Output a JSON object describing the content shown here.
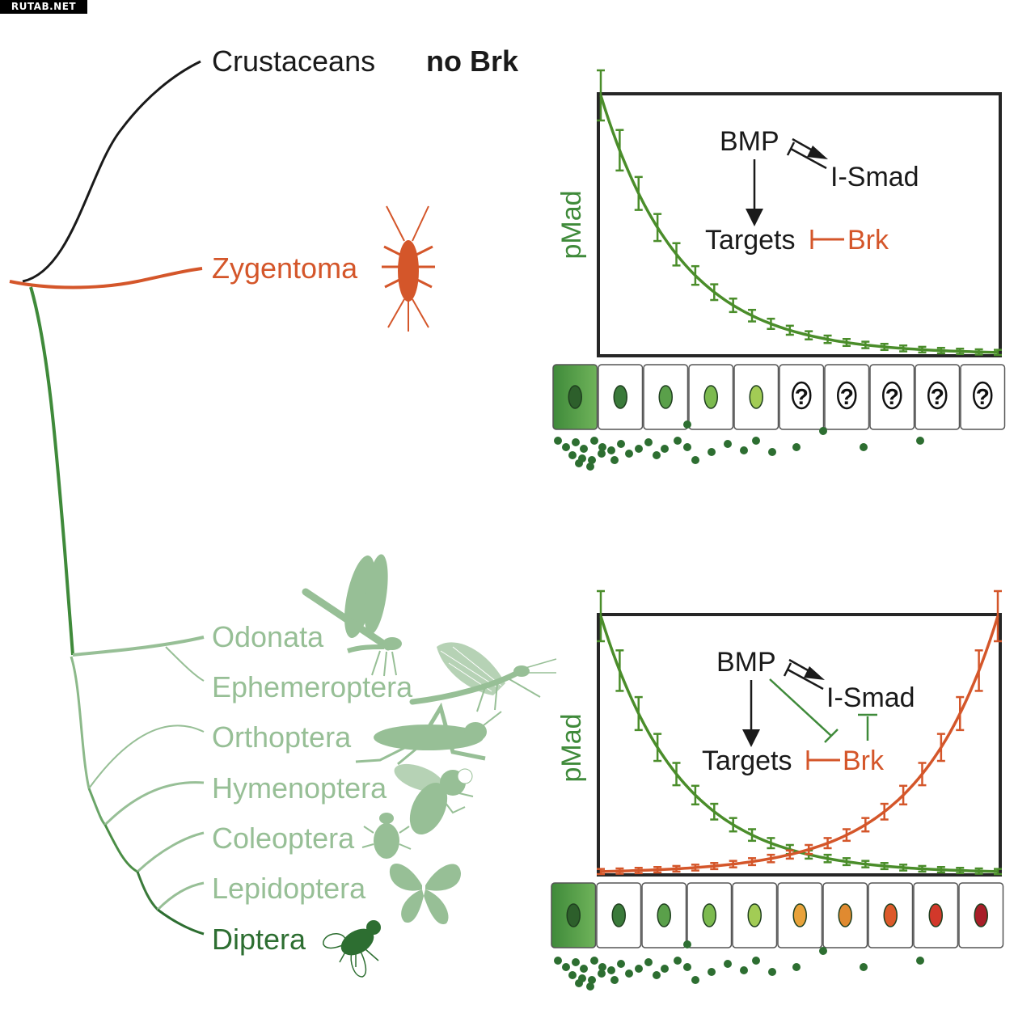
{
  "watermark": "RUTAB.NET",
  "colors": {
    "black": "#1a1a1a",
    "orange": "#d4562a",
    "green": "#4a8d2a",
    "darkgreen": "#2d6e31",
    "palegreen": "#97bf96",
    "axis": "#262626"
  },
  "tree": {
    "crustaceans": "Crustaceans",
    "no_brk": "no Brk",
    "zygentoma": "Zygentoma",
    "orders": [
      "Odonata",
      "Ephemeroptera",
      "Orthoptera",
      "Hymenoptera",
      "Coleoptera",
      "Lepidoptera",
      "Diptera"
    ]
  },
  "panel_top": {
    "ylabel": "pMad",
    "network": {
      "bmp": "BMP",
      "ismad": "I-Smad",
      "targets": "Targets",
      "brk": "Brk"
    },
    "cell_colors": [
      "#2d5f2b",
      "#3a7a3a",
      "#5aa04a",
      "#7cba4f",
      "#a2cc55"
    ],
    "unknown_cells": 5,
    "unknown_mark": "?"
  },
  "panel_bottom": {
    "ylabel": "pMad",
    "network": {
      "bmp": "BMP",
      "ismad": "I-Smad",
      "targets": "Targets",
      "brk": "Brk"
    },
    "cell_colors": [
      "#2d5f2b",
      "#3a7a3a",
      "#5aa04a",
      "#7cba4f",
      "#a2cc55",
      "#e8a23a",
      "#e08a30",
      "#dc5a2a",
      "#d2382a",
      "#a81e28"
    ]
  }
}
